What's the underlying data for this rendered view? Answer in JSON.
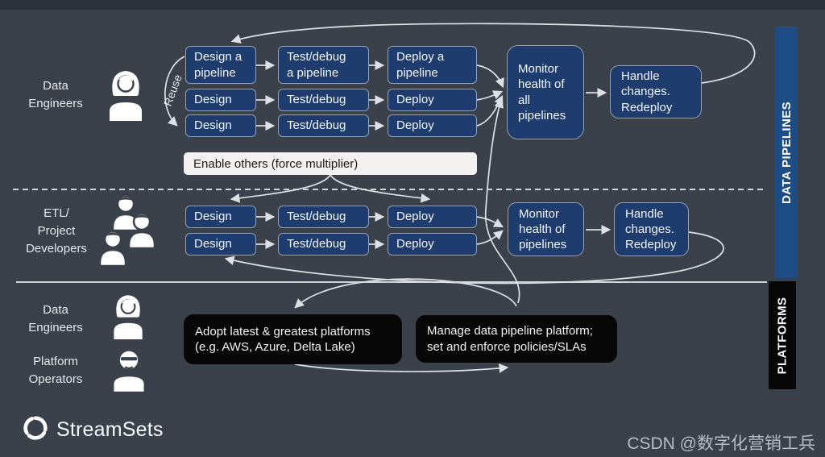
{
  "colors": {
    "background": "#3a414b",
    "box_navy": "#1f3c6e",
    "box_border": "#97a0ab",
    "bar_blue": "#1e4d85",
    "black_box": "#070707",
    "light_bar": "#f3f1ef",
    "arrow_line": "#dde1e5"
  },
  "actors": {
    "top": [
      "Data",
      "Engineers"
    ],
    "mid": [
      "ETL/",
      "Project",
      "Developers"
    ],
    "bottom_a": [
      "Data",
      "Engineers"
    ],
    "bottom_b": [
      "Platform",
      "Operators"
    ]
  },
  "top_flow": {
    "reuse": "Reuse",
    "row1": {
      "design": "Design a\npipeline",
      "test": "Test/debug\na pipeline",
      "deploy": "Deploy a\npipeline"
    },
    "row2": {
      "design": "Design",
      "test": "Test/debug",
      "deploy": "Deploy"
    },
    "row3": {
      "design": "Design",
      "test": "Test/debug",
      "deploy": "Deploy"
    },
    "monitor": "Monitor\nhealth of\nall\npipelines",
    "handle": "Handle\nchanges.\nRedeploy",
    "enable": "Enable others (force multiplier)"
  },
  "mid_flow": {
    "row1": {
      "design": "Design",
      "test": "Test/debug",
      "deploy": "Deploy"
    },
    "row2": {
      "design": "Design",
      "test": "Test/debug",
      "deploy": "Deploy"
    },
    "monitor": "Monitor\nhealth of\npipelines",
    "handle": "Handle\nchanges.\nRedeploy"
  },
  "platform_flow": {
    "adopt": "Adopt latest & greatest platforms\n(e.g. AWS, Azure, Delta Lake)",
    "manage": "Manage data pipeline platform;\nset and enforce policies/SLAs"
  },
  "sidebars": {
    "data_pipelines": "DATA PIPELINES",
    "platforms": "PLATFORMS"
  },
  "footer": {
    "logo_text": "StreamSets",
    "watermark": "CSDN @数字化营销工兵"
  },
  "icons": {
    "top_actor": "female-user-icon",
    "mid_actor": "team-icon",
    "bottom_actor_a": "female-user-icon",
    "bottom_actor_b": "bearded-user-icon",
    "logo": "streamsets-swirl-icon"
  }
}
